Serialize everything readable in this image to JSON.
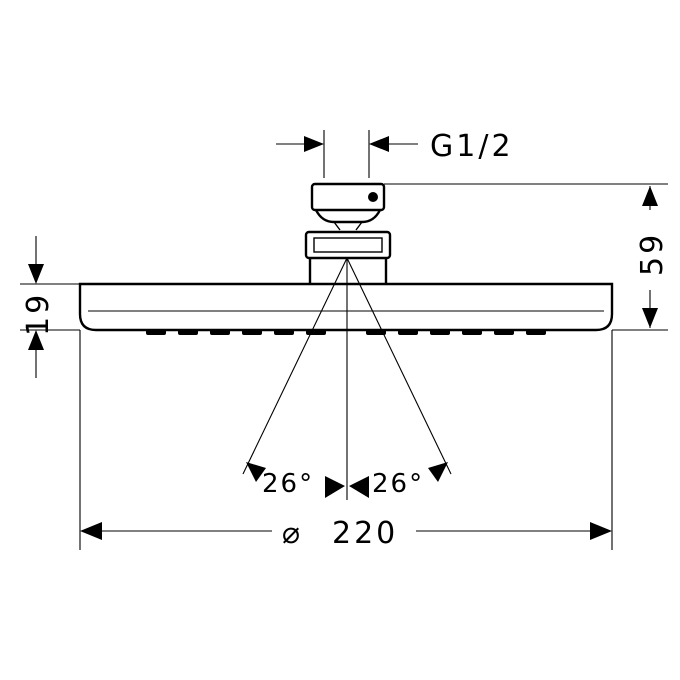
{
  "dimensions": {
    "thread": "G1/2",
    "height_total": "59",
    "height_head": "19",
    "angle_left": "26°",
    "angle_right": "26°",
    "diameter_symbol": "⌀",
    "diameter": "220"
  }
}
